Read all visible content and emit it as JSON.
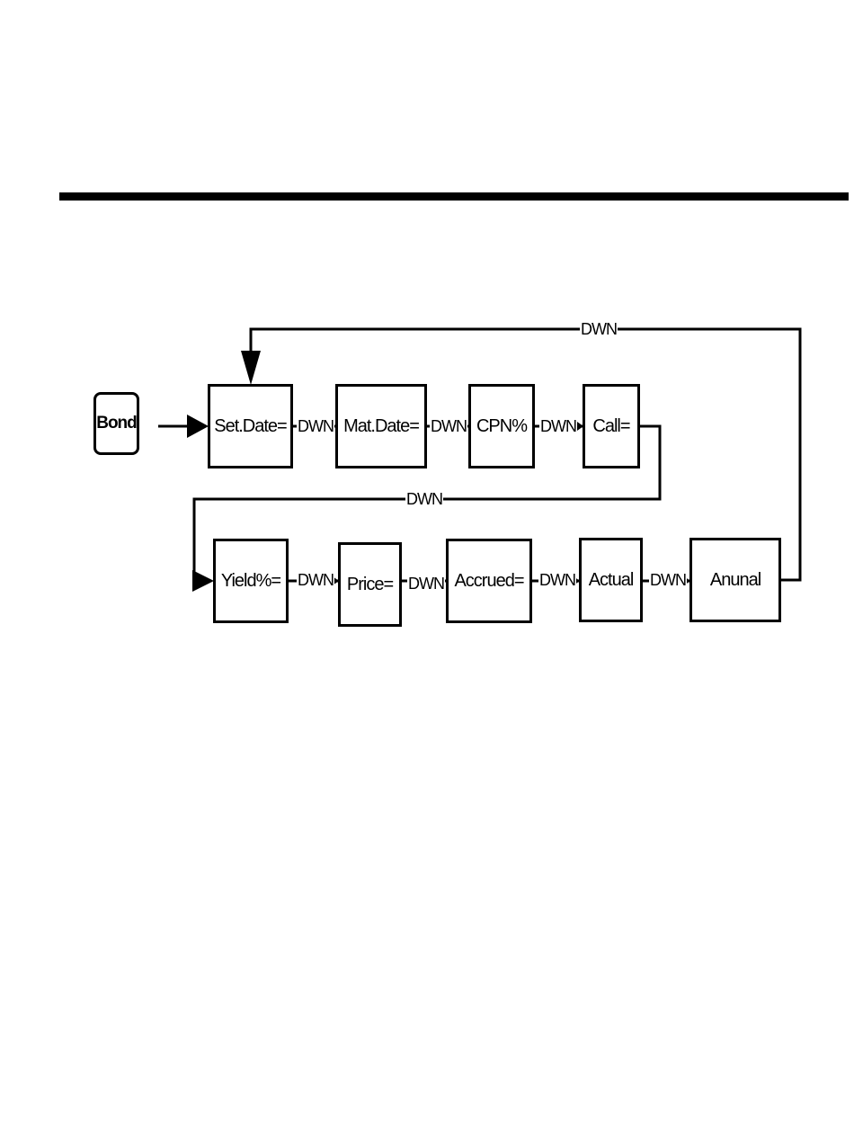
{
  "diagram": {
    "start_key": "Bond",
    "row1": [
      "Set.Date=",
      "Mat.Date=",
      "CPN%",
      "Call="
    ],
    "row2": [
      "Yield%=",
      "Price=",
      "Accrued=",
      "Actual",
      "Anunal"
    ],
    "edge_label": "DWN",
    "return_label": "DWN",
    "wrap_label": "DWN"
  }
}
